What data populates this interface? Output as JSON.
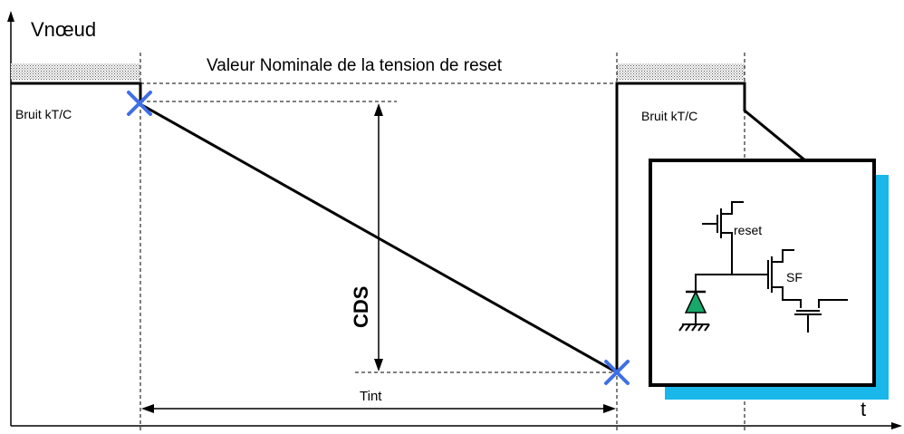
{
  "labels": {
    "y_axis": "Vnœud",
    "x_axis": "t",
    "nominal": "Valeur Nominale de la tension de reset",
    "noise_left": "Bruit kT/C",
    "noise_right": "Bruit kT/C",
    "cds": "CDS",
    "tint": "Tint",
    "reset": "reset",
    "sf": "SF"
  },
  "colors": {
    "marker": "#3f6fe6",
    "inset_shadow": "#19b7ea",
    "photodiode": "#17a86a",
    "line": "#000000"
  },
  "icons": {
    "sample_marker": "cross-icon",
    "photodiode": "photodiode-icon",
    "ground": "ground-icon"
  }
}
